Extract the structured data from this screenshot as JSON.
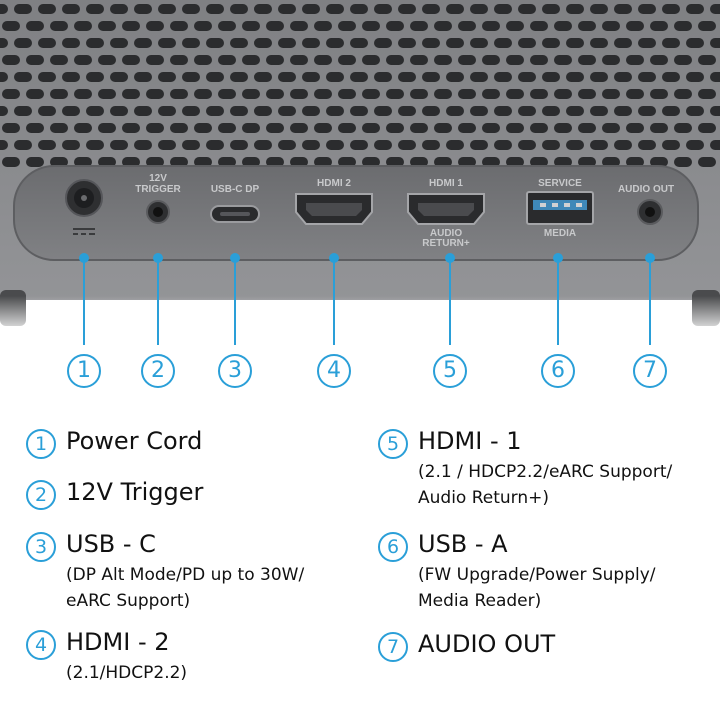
{
  "ports": {
    "trigger_label_line1": "12V",
    "trigger_label_line2": "TRIGGER",
    "usbc_label": "USB-C DP",
    "hdmi2_label": "HDMI 2",
    "hdmi1_label": "HDMI 1",
    "hdmi1_sub_line1": "AUDIO",
    "hdmi1_sub_line2": "RETURN+",
    "usba_top_label": "SERVICE",
    "usba_bottom_label": "MEDIA",
    "audio_label": "AUDIO OUT"
  },
  "callouts": [
    "1",
    "2",
    "3",
    "4",
    "5",
    "6",
    "7"
  ],
  "legend": [
    {
      "num": "1",
      "title": "Power Cord",
      "desc": ""
    },
    {
      "num": "2",
      "title": "12V Trigger",
      "desc": ""
    },
    {
      "num": "3",
      "title": "USB - C",
      "desc": "(DP Alt Mode/PD up to 30W/\neARC Support)"
    },
    {
      "num": "4",
      "title": "HDMI - 2",
      "desc": "(2.1/HDCP2.2)"
    },
    {
      "num": "5",
      "title": "HDMI - 1",
      "desc": "(2.1 / HDCP2.2/eARC Support/\nAudio Return+)"
    },
    {
      "num": "6",
      "title": "USB - A",
      "desc": "(FW Upgrade/Power Supply/\nMedia Reader)"
    },
    {
      "num": "7",
      "title": "AUDIO OUT",
      "desc": ""
    }
  ],
  "colors": {
    "accent": "#2a9fd8",
    "body": "#8a8b8d",
    "panel": "#77787b",
    "grille_hole": "#2b2c2e"
  }
}
